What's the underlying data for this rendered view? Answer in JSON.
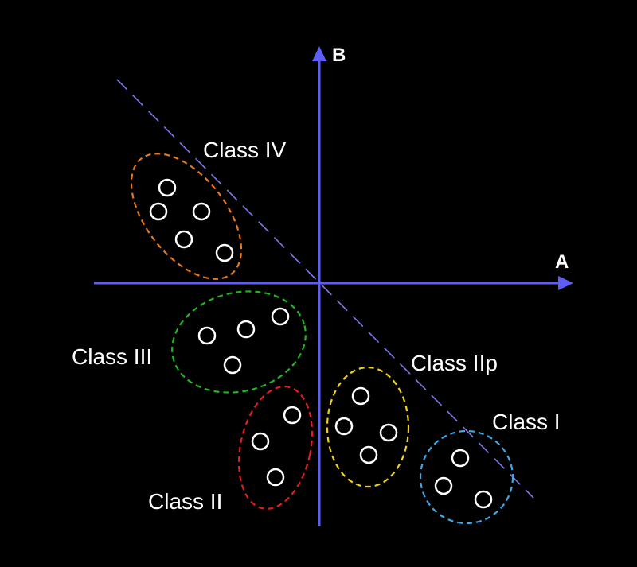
{
  "axes": {
    "x_label": "A",
    "y_label": "B",
    "color": "#5e5ef6"
  },
  "diagonal": {
    "color": "#7a7ae8"
  },
  "point_color": "#ffffff",
  "classes": [
    {
      "id": "class-iv",
      "label": "Class IV",
      "color": "#e8781e",
      "points": 5
    },
    {
      "id": "class-iii",
      "label": "Class III",
      "color": "#1fb61f",
      "points": 4
    },
    {
      "id": "class-ii",
      "label": "Class II",
      "color": "#e01e1e",
      "points": 3
    },
    {
      "id": "class-iip",
      "label": "Class IIp",
      "color": "#f0d21e",
      "points": 4
    },
    {
      "id": "class-i",
      "label": "Class I",
      "color": "#3fa9e8",
      "points": 3
    }
  ]
}
